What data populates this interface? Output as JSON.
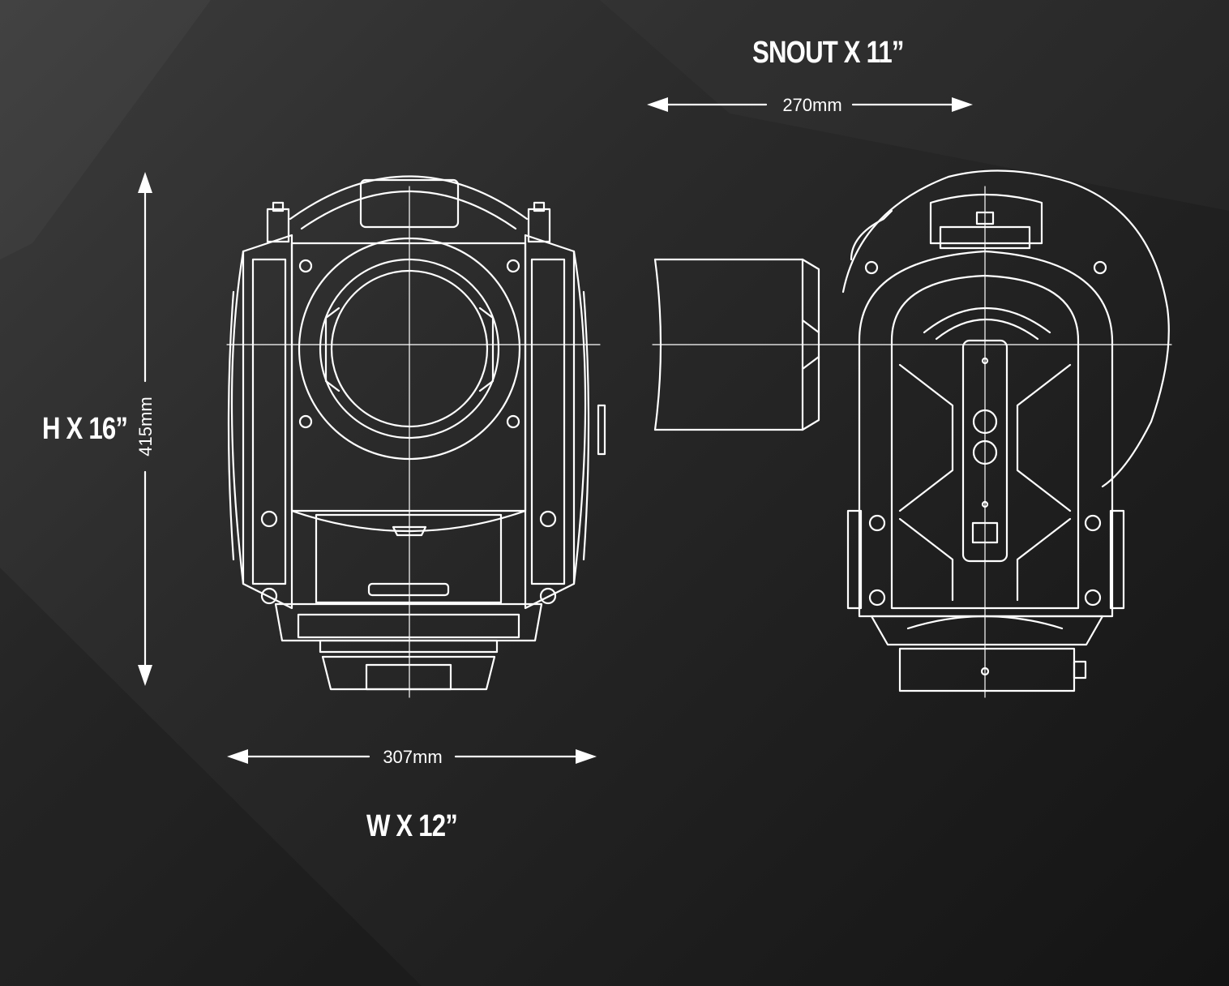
{
  "labels": {
    "snout": "SNOUT X 11”",
    "height": "H X 16”",
    "width": "W X 12”"
  },
  "dimensions": {
    "snout_length": "270mm",
    "height": "415mm",
    "width": "307mm"
  },
  "colors": {
    "line": "#ffffff",
    "background_dark": "#141414",
    "background_light": "#3c3c3c"
  }
}
